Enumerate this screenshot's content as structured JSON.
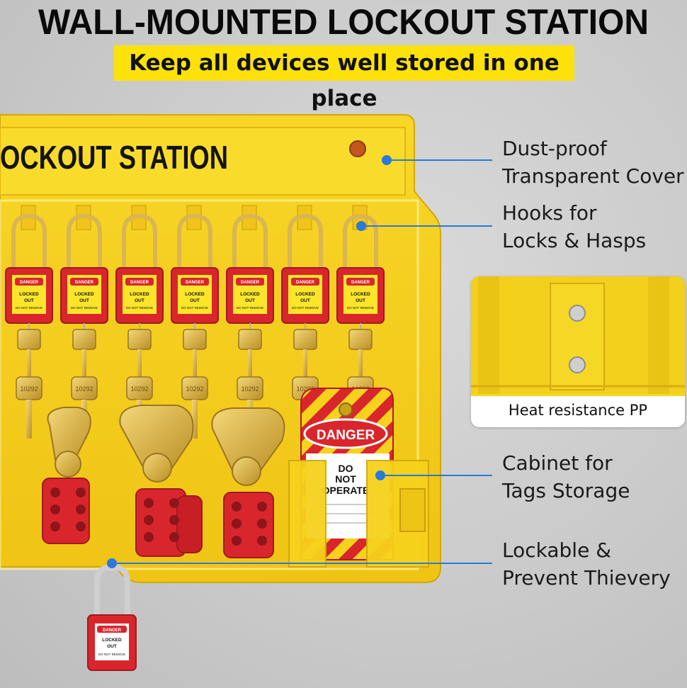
{
  "header": {
    "title": "WALL-MOUNTED LOCKOUT STATION",
    "subtitle": "Keep all devices well stored in one place"
  },
  "station": {
    "sign_text": "OCKOUT STATION",
    "lock_label": {
      "danger": "DANGER",
      "line1": "LOCKED",
      "line2": "OUT",
      "line3": "DO NOT REMOVE"
    },
    "key_number": "10292",
    "tag": {
      "danger": "DANGER",
      "line1": "DO",
      "line2": "NOT",
      "line3": "OPERATE"
    }
  },
  "callouts": [
    {
      "line1": "Dust-proof",
      "line2": "Transparent Cover"
    },
    {
      "line1": "Hooks for",
      "line2": "Locks & Hasps"
    },
    {
      "line1": "Cabinet for",
      "line2": "Tags Storage"
    },
    {
      "line1": "Lockable &",
      "line2": "Prevent Thievery"
    }
  ],
  "inset": {
    "label": "Heat resistance PP"
  },
  "colors": {
    "yellow": "#fde10b",
    "board": "#f5cf1a",
    "lock_red": "#d9262c",
    "callout_line": "#2a7ad8"
  }
}
